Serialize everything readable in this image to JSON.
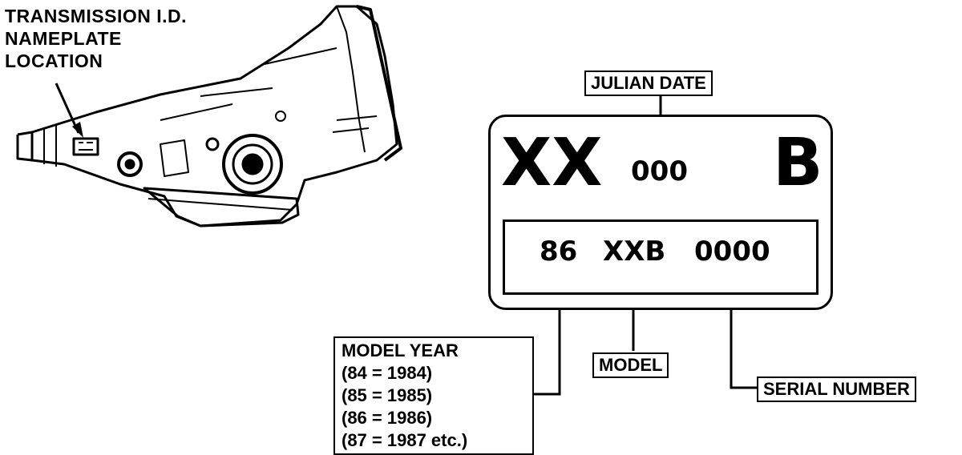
{
  "callout": {
    "line1": "TRANSMISSION I.D.",
    "line2": "NAMEPLATE",
    "line3": "LOCATION"
  },
  "plate": {
    "top_left_code": "XX",
    "julian_code": "000",
    "top_right_code": "B",
    "model_year_code": "86",
    "model_code": "XXB",
    "serial_code": "0000"
  },
  "labels": {
    "julian_date": "JULIAN DATE",
    "model": "MODEL",
    "serial_number": "SERIAL NUMBER"
  },
  "model_year_legend": {
    "title": "MODEL YEAR",
    "rows": [
      "(84 = 1984)",
      "(85 = 1985)",
      "(86 = 1986)",
      "(87 = 1987 etc.)"
    ]
  }
}
